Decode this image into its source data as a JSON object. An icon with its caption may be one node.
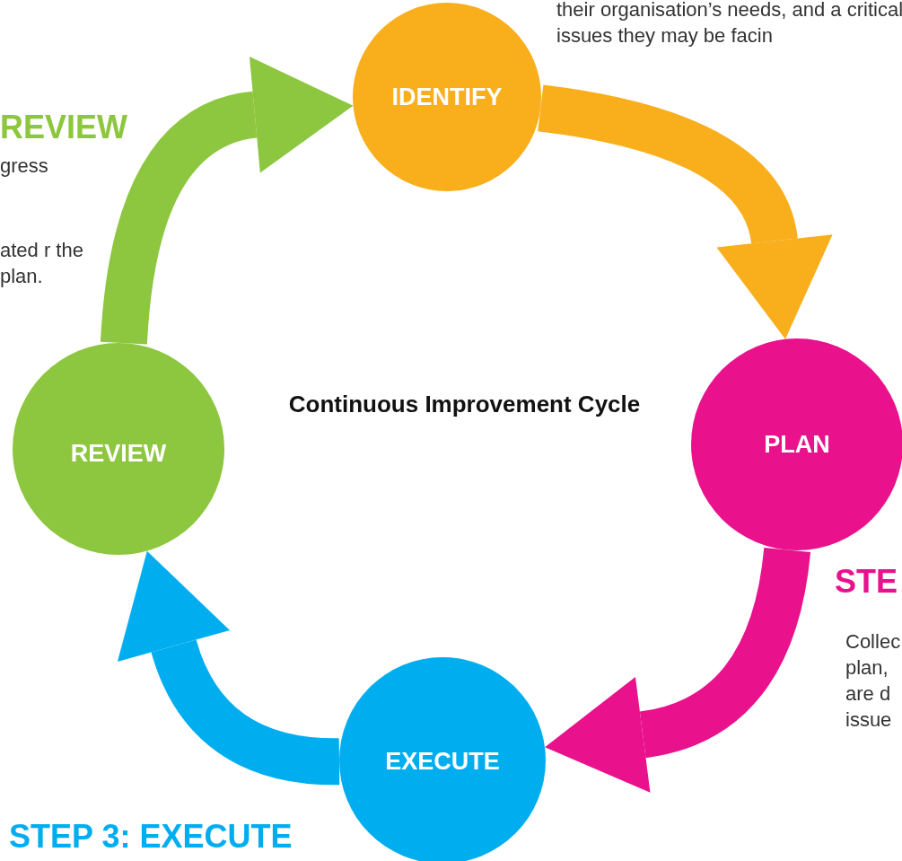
{
  "diagram": {
    "nodes": [
      {
        "text": [
          "IDENTIFY"
        ]
      },
      {
        "text": [
          "PLAN"
        ]
      },
      {
        "text": [
          "EXECUTE"
        ]
      },
      {
        "text": [
          "REVIEW"
        ]
      }
    ],
    "edges": [
      {
        "from": 0,
        "to": 1,
        "arrow": "to",
        "color": "#f9ae1c"
      },
      {
        "from": 1,
        "to": 2,
        "arrow": "to",
        "color": "#e9118c"
      },
      {
        "from": 2,
        "to": 3,
        "arrow": "to",
        "color": "#00aeef"
      },
      {
        "from": 3,
        "to": 0,
        "arrow": "to",
        "color": "#8dc63f"
      }
    ],
    "labels": [
      "their organisation’s needs, and a critical issues they may be facin",
      "REVIEW",
      "gress",
      "ated r the plan.",
      "Continuous Improvement Cycle",
      "STE",
      "Collec plan, are d issue",
      "STEP 3: EXECUTE"
    ]
  }
}
